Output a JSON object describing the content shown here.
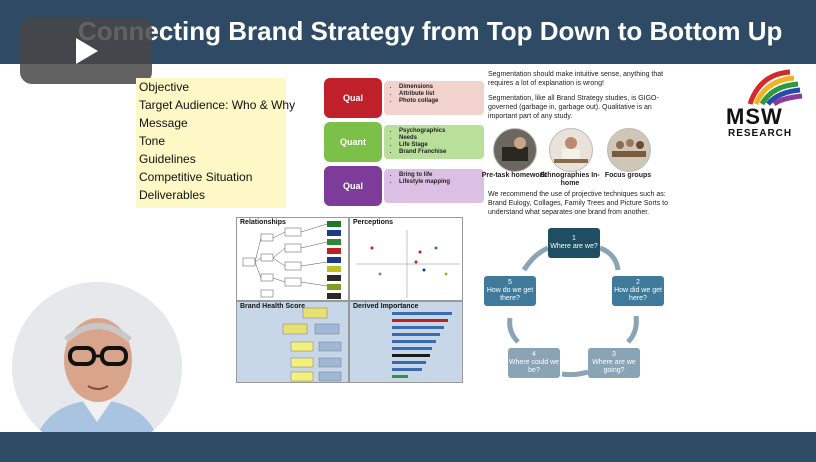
{
  "header": {
    "title": "Connecting Brand Strategy from Top Down to Bottom Up",
    "play_icon": "play-icon"
  },
  "objectives": [
    "Objective",
    "Target Audience: Who & Why",
    "Message",
    "Tone",
    "Guidelines",
    "Competitive Situation",
    "Deliverables"
  ],
  "methods": [
    {
      "tag": "Qual",
      "color": "#c0202a",
      "box_color": "#f2d2cc",
      "items": [
        "Dimensions",
        "Attribute list",
        "Photo collage"
      ]
    },
    {
      "tag": "Quant",
      "color": "#7cc04a",
      "box_color": "#b9e09a",
      "items": [
        "Psychographics",
        "Needs",
        "Life Stage",
        "Brand Franchise"
      ]
    },
    {
      "tag": "Qual",
      "color": "#7e3c9a",
      "box_color": "#dcc0e4",
      "items": [
        "Bring to life",
        "Lifestyle mapping"
      ]
    }
  ],
  "segmentation": {
    "p1": "Segmentation should make intuitive sense, anything that requires a lot of explanation is wrong!",
    "p2": "Segmentation, like all Brand Strategy studies, is GIGO-governed (garbage in, garbage out). Qualitative is an important part of any study."
  },
  "study_types": [
    {
      "label": "Pre-task homework"
    },
    {
      "label": "Ethnographies In-home"
    },
    {
      "label": "Focus groups"
    }
  ],
  "recommendation": "We recommend the use of projective techniques such as: Brand Eulogy, Collages, Family Trees and Picture Sorts to understand what separates one brand from another.",
  "logo": {
    "name": "MSW",
    "sub": "RESEARCH"
  },
  "panels": {
    "relationships": "Relationships",
    "perceptions": "Perceptions",
    "health": "Brand Health Score",
    "importance": "Derived Importance"
  },
  "cycle": [
    {
      "num": "1",
      "text": "Where are we?"
    },
    {
      "num": "2",
      "text": "How did we get here?"
    },
    {
      "num": "3",
      "text": "Where are we going?"
    },
    {
      "num": "4",
      "text": "Where could we be?"
    },
    {
      "num": "5",
      "text": "How do we get there?"
    }
  ],
  "colors": {
    "header_bg": "#2e4a64",
    "cycle_dark": "#1f4e63",
    "cycle_mid": "#3f7a9a",
    "cycle_light": "#8aa3b5"
  }
}
